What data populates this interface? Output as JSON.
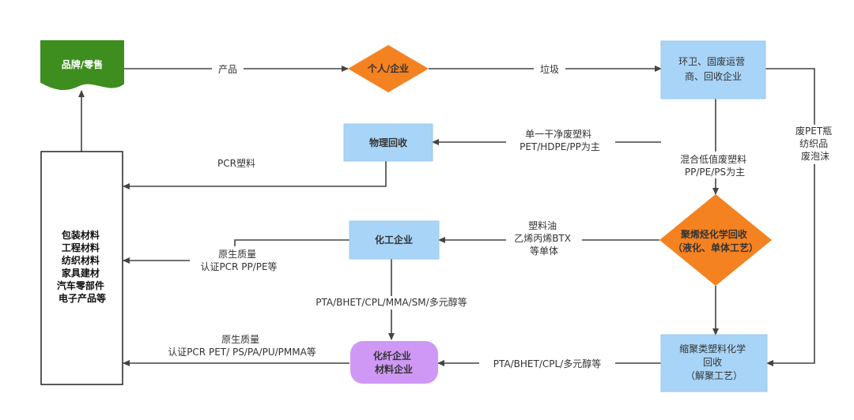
{
  "colors": {
    "green": "#3e8e1f",
    "orange": "#f58220",
    "blue": "#a8d4f7",
    "purple": "#cf98f5",
    "line": "#444444"
  },
  "nodes": {
    "brand": "品牌/零售",
    "person": "个人/企业",
    "sanitation": [
      "环卫、固废运营",
      "商、回收企业"
    ],
    "physical": "物理回收",
    "chemical": "化工企业",
    "polyolefin": [
      "聚烯烃化学回收",
      "（液化、单体工艺）"
    ],
    "fiber": [
      "化纤企业",
      "材料企业"
    ],
    "condensation": [
      "缩聚类塑料化学",
      "回收",
      "（解聚工艺）"
    ],
    "materials": [
      "包装材料",
      "工程材料",
      "纺织材料",
      "家具建材",
      "汽车零部件",
      "电子产品等"
    ]
  },
  "edges": {
    "product": "产品",
    "garbage": "垃圾",
    "clean_plastic": [
      "单一干净废塑料",
      "PET/HDPE/PP为主"
    ],
    "pcr": "PCR塑料",
    "mixed": [
      "混合低值废塑料",
      "PP/PE/PS为主"
    ],
    "waste_pet": [
      "废PET瓶",
      "纺织品",
      "废泡沫"
    ],
    "oil": [
      "塑料油",
      "乙烯丙烯BTX",
      "等单体"
    ],
    "virgin1": [
      "原生质量",
      "认证PCR PP/PE等"
    ],
    "pta1": "PTA/BHET/CPL/MMA/SM/多元醇等",
    "virgin2": [
      "原生质量",
      "认证PCR PET/ PS/PA/PU/PMMA等"
    ],
    "pta2": "PTA/BHET/CPL/多元醇等"
  }
}
